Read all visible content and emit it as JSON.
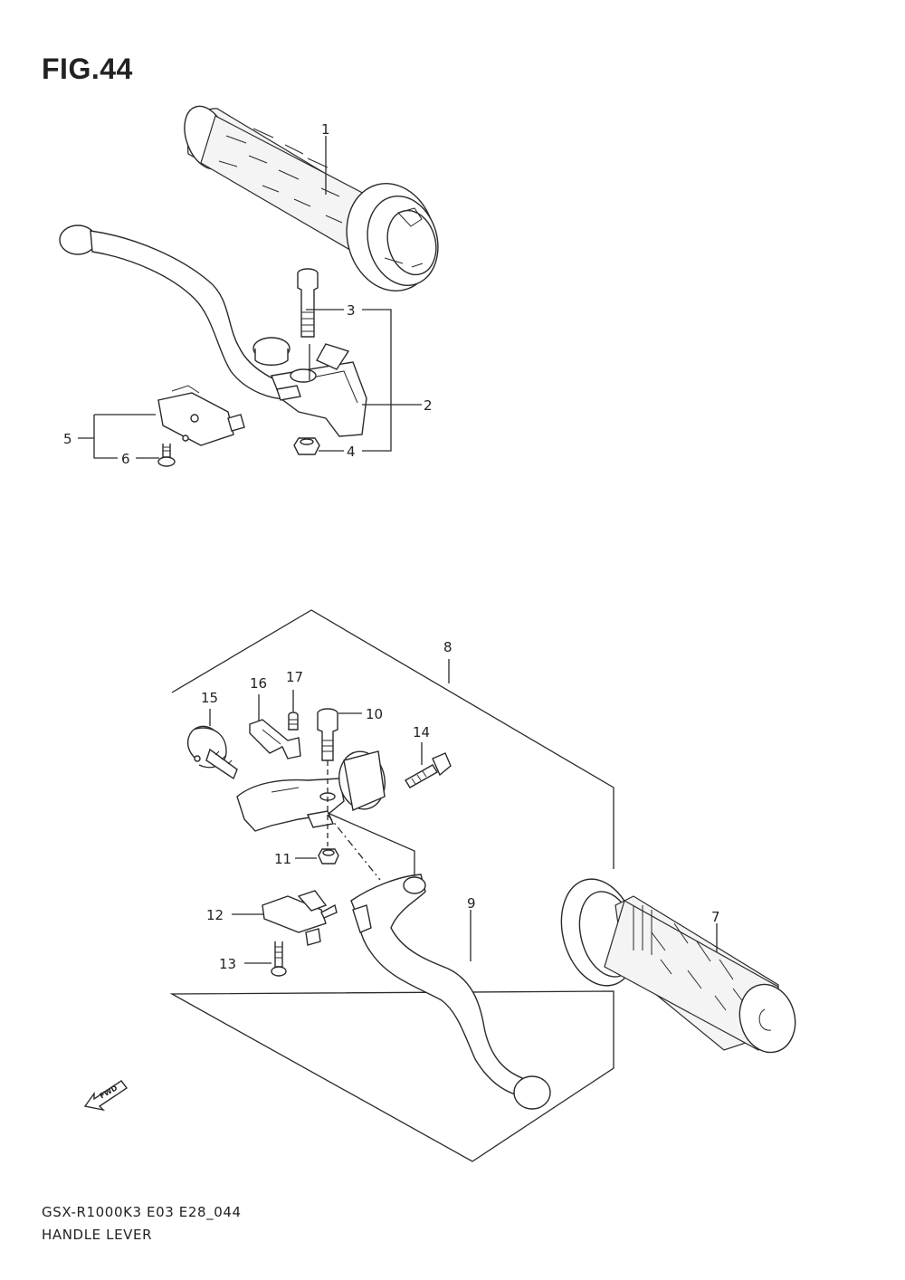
{
  "figure": {
    "title": "FIG.44"
  },
  "footer": {
    "model_code": "GSX-R1000K3 E03 E28_044",
    "name": "HANDLE LEVER"
  },
  "fwd_label": "FWD",
  "callouts": {
    "c1": "1",
    "c2": "2",
    "c3": "3",
    "c4": "4",
    "c5": "5",
    "c6": "6",
    "c7": "7",
    "c8": "8",
    "c9": "9",
    "c10": "10",
    "c11": "11",
    "c12": "12",
    "c13": "13",
    "c14": "14",
    "c15": "15",
    "c16": "16",
    "c17": "17"
  }
}
